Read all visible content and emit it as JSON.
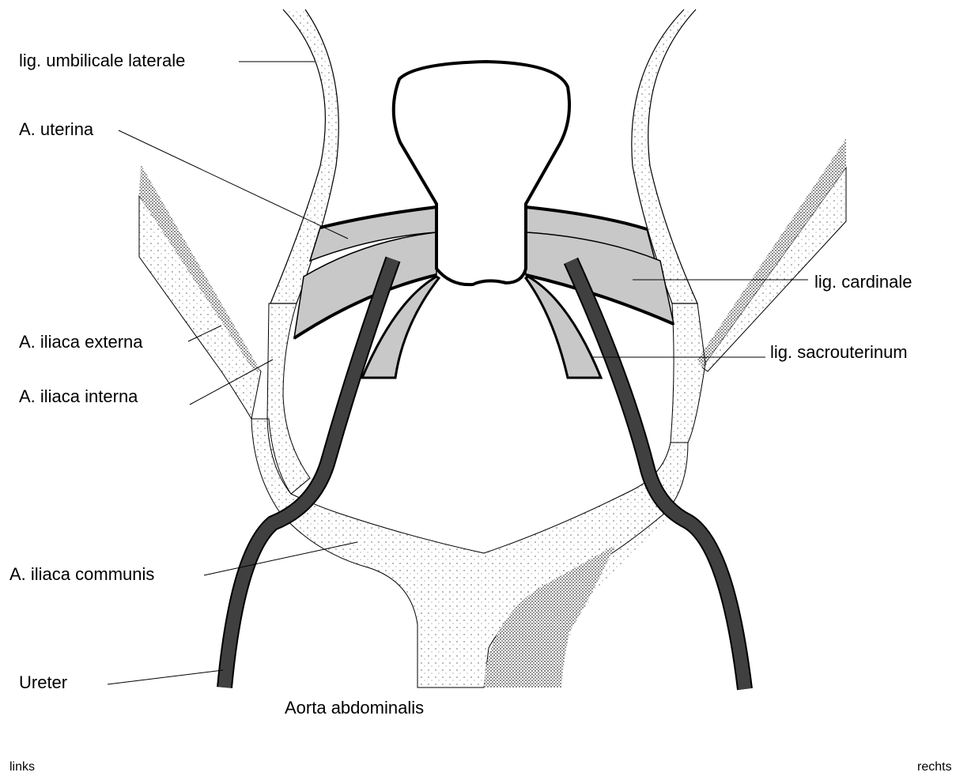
{
  "labels": {
    "lig_umbilicale_laterale": "lig. umbilicale laterale",
    "a_uterina": "A. uterina",
    "lig_cardinale": "lig. cardinale",
    "a_iliaca_externa": "A. iliaca externa",
    "lig_sacrouterinum": "lig. sacrouterinum",
    "a_iliaca_interna": "A. iliaca interna",
    "a_iliaca_communis": "A. iliaca communis",
    "ureter": "Ureter",
    "aorta_abdominalis": "Aorta abdominalis",
    "links": "links",
    "rechts": "rechts"
  },
  "colors": {
    "ureter": "#404040",
    "ligament_fill": "#c8c8c8",
    "stipple": "#555555",
    "outline": "#000000"
  }
}
